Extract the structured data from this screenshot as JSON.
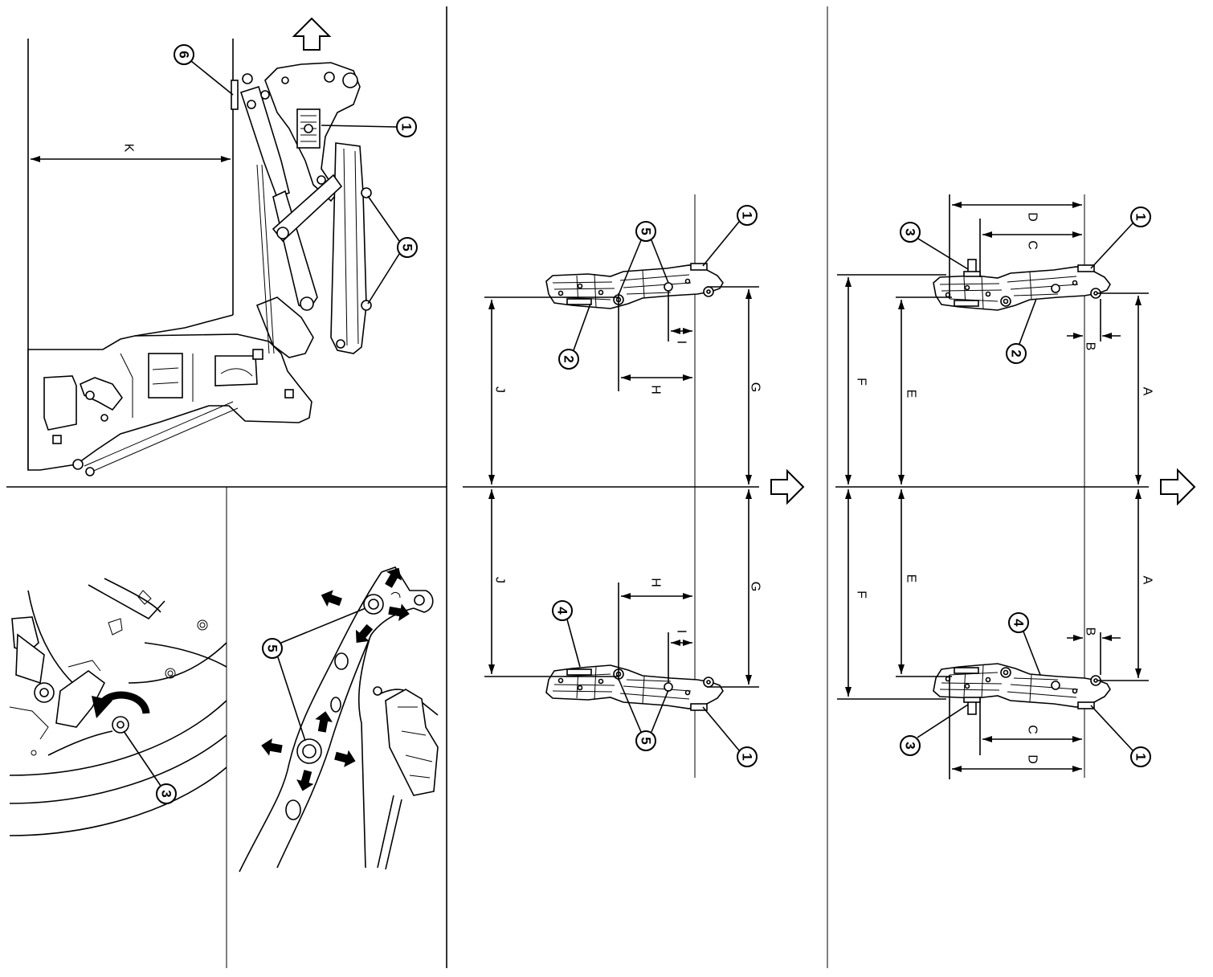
{
  "top_left_panel": {
    "callout_6": "6",
    "callout_1": "1",
    "callout_5": "5",
    "dim_k": "K"
  },
  "bottom_left_panel_a": {
    "callout_3": "3"
  },
  "bottom_left_panel_b": {
    "callout_5": "5"
  },
  "middle_panel": {
    "callout_1": "1",
    "callout_2": "2",
    "callout_4": "4",
    "callout_5": "5",
    "dim_g": "G",
    "dim_h": "H",
    "dim_i": "I",
    "dim_j": "J"
  },
  "right_panel": {
    "callout_1": "1",
    "callout_2": "2",
    "callout_3": "3",
    "callout_4": "4",
    "dim_a": "A",
    "dim_b": "B",
    "dim_c": "C",
    "dim_d": "D",
    "dim_e": "E",
    "dim_f": "F"
  },
  "icons": {
    "direction_arrow": "outline-arrow-icon",
    "move_arrow": "black-arrow-icon",
    "rotate_arrow": "curved-arrow-icon"
  },
  "colors": {
    "line": "#000000",
    "background": "#ffffff"
  }
}
